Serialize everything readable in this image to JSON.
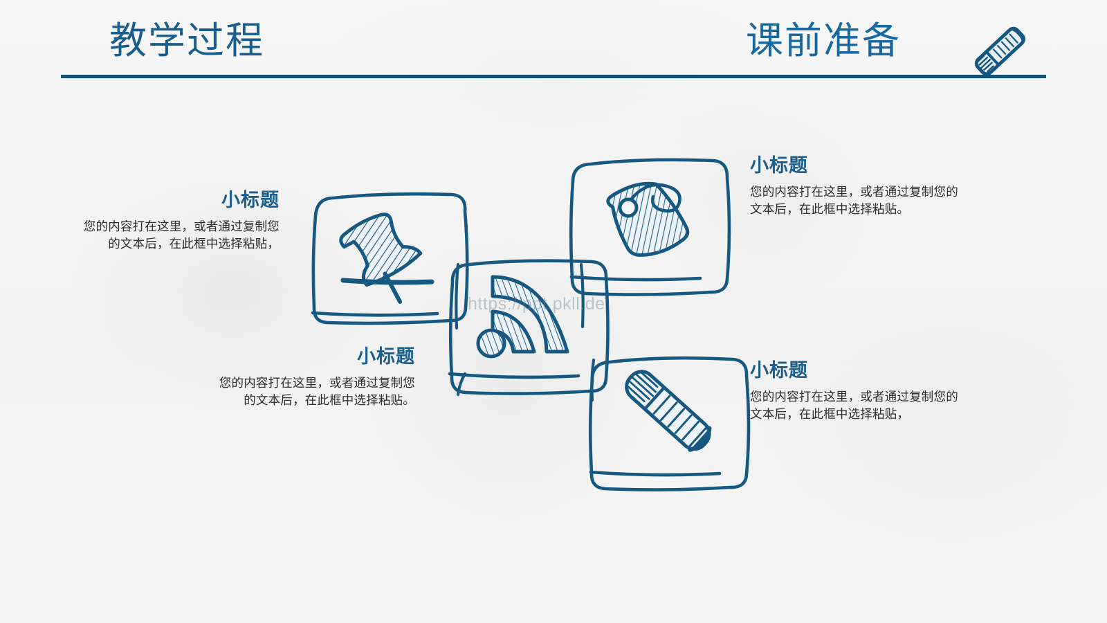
{
  "slide": {
    "background_color": "#f4f4f4",
    "accent_color": "#1a5e8c",
    "rule_color": "#125177",
    "body_text_color": "#2b2b2b",
    "watermark": "https://ppt.pkll.de"
  },
  "header": {
    "title_left": "教学过程",
    "title_right": "课前准备",
    "pencil_icon": "pencil-eraser-icon"
  },
  "blocks": [
    {
      "id": "pin",
      "icon": "pushpin-icon",
      "heading": "小标题",
      "body": "您的内容打在这里，或者通过复制您的文本后，在此框中选择粘贴，",
      "align": "right"
    },
    {
      "id": "rss",
      "icon": "rss-signal-icon",
      "heading": "小标题",
      "body": "您的内容打在这里，或者通过复制您的文本后，在此框中选择粘贴。",
      "align": "right"
    },
    {
      "id": "tag",
      "icon": "price-tag-icon",
      "heading": "小标题",
      "body": "您的内容打在这里，或者通过复制您的文本后，在此框中选择粘贴。",
      "align": "left"
    },
    {
      "id": "eraser",
      "icon": "pencil-eraser-icon",
      "heading": "小标题",
      "body": "您的内容打在这里，或者通过复制您的文本后，在此框中选择粘贴，",
      "align": "left"
    }
  ]
}
